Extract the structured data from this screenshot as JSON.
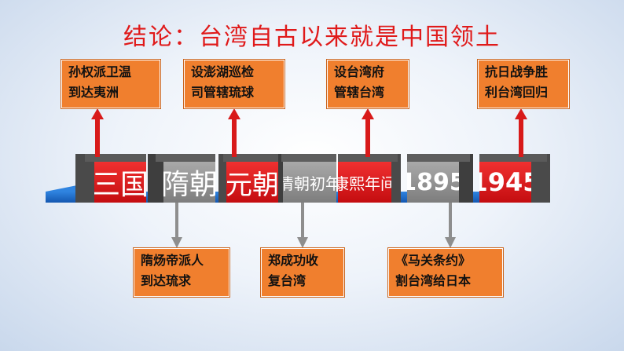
{
  "title": "结论：台湾自古以来就是中国领土",
  "periods": [
    {
      "label": "三国",
      "color": "red"
    },
    {
      "label": "隋朝",
      "color": "gray"
    },
    {
      "label": "元朝",
      "color": "red"
    },
    {
      "label": "清朝初年",
      "color": "gray"
    },
    {
      "label": "康熙年间",
      "color": "red"
    },
    {
      "label": "1895",
      "color": "gray"
    },
    {
      "label": "1945",
      "color": "red"
    }
  ],
  "notes_top": [
    {
      "line1": "孙权派卫温",
      "line2": "到达夷洲"
    },
    {
      "line1": "设澎湖巡检",
      "line2": "司管辖琉球"
    },
    {
      "line1": "设台湾府",
      "line2": "管辖台湾"
    },
    {
      "line1": "抗日战争胜",
      "line2": "利台湾回归"
    }
  ],
  "notes_bottom": [
    {
      "line1": "隋炀帝派人",
      "line2": "到达琉求"
    },
    {
      "line1": "郑成功收",
      "line2": "复台湾"
    },
    {
      "line1": "《马关条约》",
      "line2": "割台湾给日本"
    }
  ],
  "colors": {
    "red": "#d81a1a",
    "gray": "#8e8e8e",
    "note": "#f07f2e",
    "band": "#1f6fcf"
  }
}
